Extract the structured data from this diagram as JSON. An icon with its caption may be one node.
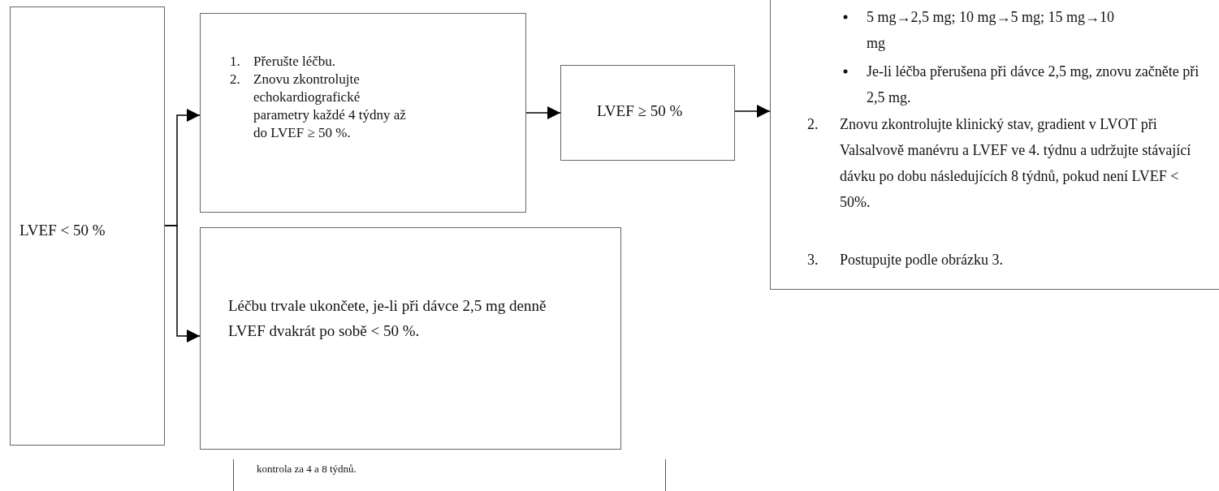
{
  "diagram": {
    "nodes": [
      {
        "text": [
          "LVEF < 50 %"
        ]
      },
      {
        "text": [
          "1. Přerušte léčbu.",
          "2. Znovu zkontrolujte echokardiografické parametry každé 4 týdny až do LVEF ≥ 50 %."
        ]
      },
      {
        "text": [
          "Léčbu trvale ukončete, je-li při dávce 2,5 mg denně LVEF dvakrát po sobě < 50 %."
        ]
      },
      {
        "text": [
          "LVEF ≥ 50 %"
        ]
      },
      {
        "text": [
          "5 mg→2,5 mg; 10 mg→5 mg; 15 mg→10 mg",
          "Je-li léčba přerušena při dávce 2,5 mg, znovu začněte při 2,5 mg.",
          "2. Znovu zkontrolujte klinický stav, gradient v LVOT při Valsalvově manévru a LVEF ve 4. týdnu a udržujte stávající dávku po dobu následujících 8 týdnů, pokud není LVEF < 50%.",
          "3. Postupujte podle obrázku 3."
        ]
      },
      {
        "text": [
          "kontrola za 4 a 8 týdnů."
        ]
      }
    ],
    "edges": [
      {
        "from": 0,
        "to": 1,
        "arrow": "to"
      },
      {
        "from": 0,
        "to": 2,
        "arrow": "to"
      },
      {
        "from": 1,
        "to": 3,
        "arrow": "to"
      },
      {
        "from": 3,
        "to": 4,
        "arrow": "to"
      }
    ]
  }
}
